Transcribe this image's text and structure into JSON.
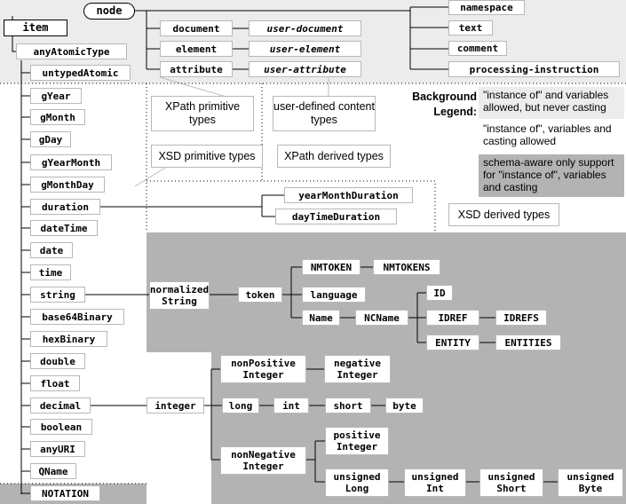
{
  "nodes": {
    "node": "node",
    "item": "item",
    "document": "document",
    "user_document": "user-document",
    "element": "element",
    "user_element": "user-element",
    "attribute": "attribute",
    "user_attribute": "user-attribute",
    "namespace": "namespace",
    "text": "text",
    "comment": "comment",
    "processing_instruction": "processing-instruction",
    "anyAtomicType": "anyAtomicType",
    "untypedAtomic": "untypedAtomic",
    "gYear": "gYear",
    "gMonth": "gMonth",
    "gDay": "gDay",
    "gYearMonth": "gYearMonth",
    "gMonthDay": "gMonthDay",
    "duration": "duration",
    "dateTime": "dateTime",
    "date": "date",
    "time": "time",
    "string": "string",
    "base64Binary": "base64Binary",
    "hexBinary": "hexBinary",
    "double": "double",
    "float": "float",
    "decimal": "decimal",
    "boolean": "boolean",
    "anyURI": "anyURI",
    "QName": "QName",
    "NOTATION": "NOTATION",
    "yearMonthDuration": "yearMonthDuration",
    "dayTimeDuration": "dayTimeDuration",
    "normalizedString": "normalized\nString",
    "token": "token",
    "NMTOKEN": "NMTOKEN",
    "NMTOKENS": "NMTOKENS",
    "language": "language",
    "Name": "Name",
    "NCName": "NCName",
    "ID": "ID",
    "IDREF": "IDREF",
    "IDREFS": "IDREFS",
    "ENTITY": "ENTITY",
    "ENTITIES": "ENTITIES",
    "integer": "integer",
    "nonPositiveInteger": "nonPositive\nInteger",
    "negativeInteger": "negative\nInteger",
    "long": "long",
    "int": "int",
    "short": "short",
    "byte": "byte",
    "nonNegativeInteger": "nonNegative\nInteger",
    "positiveInteger": "positive\nInteger",
    "unsignedLong": "unsigned\nLong",
    "unsignedInt": "unsigned\nInt",
    "unsignedShort": "unsigned\nShort",
    "unsignedByte": "unsigned\nByte"
  },
  "labels": {
    "xpath_primitive": "XPath primitive types",
    "user_defined": "user-defined content types",
    "xsd_primitive": "XSD primitive types",
    "xpath_derived": "XPath derived types",
    "xsd_derived": "XSD derived types"
  },
  "legend": {
    "title": "Background\nLegend:",
    "light": "\"instance of\" and variables allowed, but never casting",
    "white": "\"instance of\", variables and casting allowed",
    "dark": "schema-aware only support for \"instance of\", variables and casting",
    "colors": {
      "light": "#ececec",
      "white": "#ffffff",
      "dark": "#b3b3b3"
    }
  }
}
